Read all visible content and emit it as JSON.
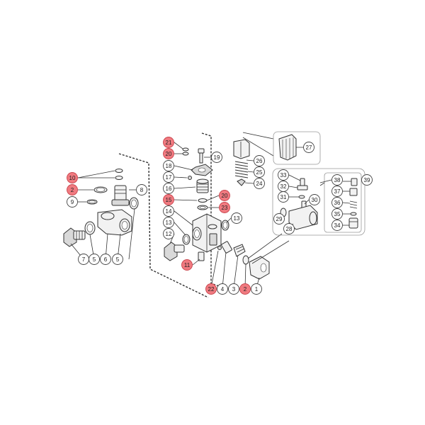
{
  "diagram": {
    "colors": {
      "highlight": "#f07a80",
      "highlight_stroke": "#c9454d",
      "bubble": "#ffffff",
      "ink": "#333333"
    },
    "callouts": [
      {
        "id": "c10",
        "text": "10",
        "hl": true
      },
      {
        "id": "c2a",
        "text": "2",
        "hl": true
      },
      {
        "id": "c9",
        "text": "9",
        "hl": false
      },
      {
        "id": "c8",
        "text": "8",
        "hl": false
      },
      {
        "id": "c7",
        "text": "7",
        "hl": false
      },
      {
        "id": "c5a",
        "text": "5",
        "hl": false
      },
      {
        "id": "c6",
        "text": "6",
        "hl": false
      },
      {
        "id": "c5b",
        "text": "5",
        "hl": false
      },
      {
        "id": "c21",
        "text": "21",
        "hl": true
      },
      {
        "id": "c20a",
        "text": "20",
        "hl": true
      },
      {
        "id": "c19",
        "text": "19",
        "hl": false
      },
      {
        "id": "c18",
        "text": "18",
        "hl": false
      },
      {
        "id": "c17",
        "text": "17",
        "hl": false
      },
      {
        "id": "c16",
        "text": "16",
        "hl": false
      },
      {
        "id": "c15",
        "text": "15",
        "hl": true
      },
      {
        "id": "c20b",
        "text": "20",
        "hl": true
      },
      {
        "id": "c23",
        "text": "23",
        "hl": true
      },
      {
        "id": "c14",
        "text": "14",
        "hl": false
      },
      {
        "id": "c13a",
        "text": "13",
        "hl": false
      },
      {
        "id": "c13b",
        "text": "13",
        "hl": false
      },
      {
        "id": "c12",
        "text": "12",
        "hl": false
      },
      {
        "id": "c11",
        "text": "11",
        "hl": true
      },
      {
        "id": "c22",
        "text": "22",
        "hl": true
      },
      {
        "id": "c4",
        "text": "4",
        "hl": false
      },
      {
        "id": "c3",
        "text": "3",
        "hl": false
      },
      {
        "id": "c2b",
        "text": "2",
        "hl": true
      },
      {
        "id": "c1",
        "text": "1",
        "hl": false
      },
      {
        "id": "c26",
        "text": "26",
        "hl": false
      },
      {
        "id": "c25",
        "text": "25",
        "hl": false
      },
      {
        "id": "c24",
        "text": "24",
        "hl": false
      },
      {
        "id": "c27",
        "text": "27",
        "hl": false
      },
      {
        "id": "c33",
        "text": "33",
        "hl": false
      },
      {
        "id": "c32",
        "text": "32",
        "hl": false
      },
      {
        "id": "c31",
        "text": "31",
        "hl": false
      },
      {
        "id": "c30",
        "text": "30",
        "hl": false
      },
      {
        "id": "c29",
        "text": "29",
        "hl": false
      },
      {
        "id": "c28",
        "text": "28",
        "hl": false
      },
      {
        "id": "c38",
        "text": "38",
        "hl": false
      },
      {
        "id": "c39",
        "text": "39",
        "hl": false
      },
      {
        "id": "c37",
        "text": "37",
        "hl": false
      },
      {
        "id": "c36",
        "text": "36",
        "hl": false
      },
      {
        "id": "c35",
        "text": "35",
        "hl": false
      },
      {
        "id": "c34",
        "text": "34",
        "hl": false
      }
    ]
  }
}
